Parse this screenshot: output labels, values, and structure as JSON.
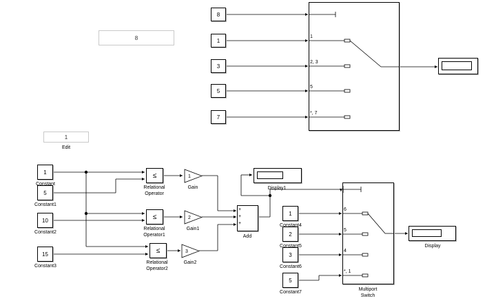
{
  "edit_top": {
    "value": "8"
  },
  "edit_bottom": {
    "value": "1",
    "label": "Edit"
  },
  "top_switch": {
    "inputs": [
      "8",
      "1",
      "3",
      "5",
      "7"
    ],
    "case_labels": [
      "1",
      "2, 3",
      "5",
      "*, 7"
    ]
  },
  "constants": [
    {
      "value": "1",
      "label": "Constant"
    },
    {
      "value": "5",
      "label": "Constant1"
    },
    {
      "value": "10",
      "label": "Constant2"
    },
    {
      "value": "15",
      "label": "Constant3"
    }
  ],
  "relational_ops": [
    {
      "symbol": "≤",
      "label1": "Relational",
      "label2": "Operator"
    },
    {
      "symbol": "≤",
      "label1": "Relational",
      "label2": "Operator1"
    },
    {
      "symbol": "≤",
      "label1": "Relational",
      "label2": "Operator2"
    }
  ],
  "gains": [
    {
      "value": "1",
      "label": "Gain"
    },
    {
      "value": "2",
      "label": "Gain1"
    },
    {
      "value": "3",
      "label": "Gain2"
    }
  ],
  "add": {
    "label": "Add",
    "signs": [
      "+",
      "+",
      "+"
    ]
  },
  "display1": {
    "label": "Display1"
  },
  "display": {
    "label": "Display"
  },
  "multiport": {
    "label1": "Multiport",
    "label2": "Switch",
    "case_labels": [
      "6",
      "5",
      "4",
      "*, 1"
    ],
    "inputs": [
      {
        "value": "1",
        "label": "Constant4"
      },
      {
        "value": "2",
        "label": "Constant5"
      },
      {
        "value": "3",
        "label": "Constant6"
      },
      {
        "value": "5",
        "label": "Constant7"
      }
    ]
  }
}
